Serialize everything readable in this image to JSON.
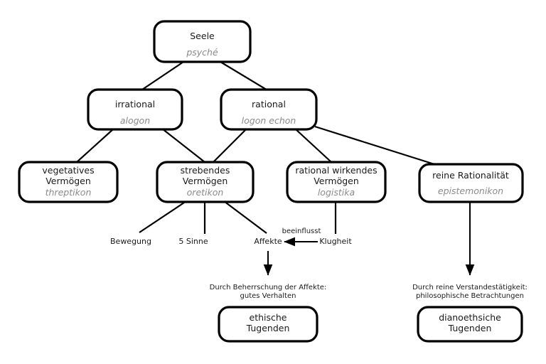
{
  "diagram": {
    "title_node": {
      "id": "seele",
      "label": "Seele",
      "greek": "psyché"
    },
    "level2": [
      {
        "id": "irrational",
        "label": "irrational",
        "greek": "alogon"
      },
      {
        "id": "rational",
        "label": "rational",
        "greek": "logon echon"
      }
    ],
    "level3": [
      {
        "id": "vegetatives",
        "label_line1": "vegetatives",
        "label_line2": "Vermögen",
        "greek": "threptikon"
      },
      {
        "id": "strebendes",
        "label_line1": "strebendes",
        "label_line2": "Vermögen",
        "greek": "oretikon"
      },
      {
        "id": "rational-wirkendes",
        "label_line1": "rational wirkendes",
        "label_line2": "Vermögen",
        "greek": "logistika"
      },
      {
        "id": "reine-rationalitaet",
        "label_line1": "reine Rationalität",
        "label_line2": "",
        "greek": "epistemonikon"
      }
    ],
    "leaves": [
      {
        "id": "bewegung",
        "label": "Bewegung"
      },
      {
        "id": "5-sinne",
        "label": "5 Sinne"
      },
      {
        "id": "affekte",
        "label": "Affekte"
      },
      {
        "id": "klugheit",
        "label": "Klugheit"
      }
    ],
    "edge_labels": [
      {
        "id": "beeinflusst",
        "label": "beeinflusst"
      }
    ],
    "captions": [
      {
        "id": "caption-ethische",
        "line1": "Durch Beherrschung der Affekte:",
        "line2": "gutes Verhalten"
      },
      {
        "id": "caption-dianoethsiche",
        "line1": "Durch reine Verstandestätigkeit:",
        "line2": "philosophische Betrachtungen"
      }
    ],
    "outcomes": [
      {
        "id": "ethische-tugenden",
        "line1": "ethische",
        "line2": "Tugenden"
      },
      {
        "id": "dianoethsiche-tugenden",
        "line1": "dianoethsiche",
        "line2": "Tugenden"
      }
    ],
    "colors": {
      "background": "#ffffff",
      "stroke": "#000000",
      "text": "#1a1a1a",
      "greek_text": "#8a8a8a"
    }
  }
}
